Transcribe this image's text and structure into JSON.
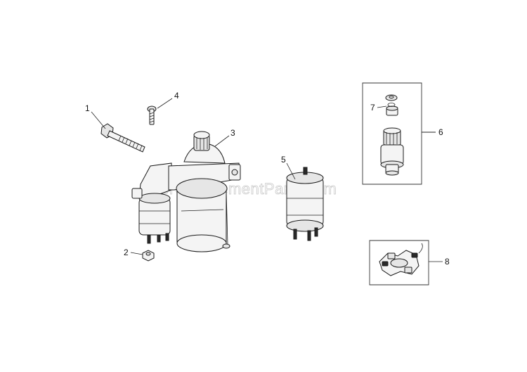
{
  "watermark": "eReplacementParts.com",
  "callouts": [
    {
      "id": "1",
      "label": "1"
    },
    {
      "id": "2",
      "label": "2"
    },
    {
      "id": "3",
      "label": "3"
    },
    {
      "id": "4",
      "label": "4"
    },
    {
      "id": "5",
      "label": "5"
    },
    {
      "id": "6",
      "label": "6"
    },
    {
      "id": "7",
      "label": "7"
    },
    {
      "id": "8",
      "label": "8"
    }
  ],
  "parts": [
    {
      "callout": "1",
      "icon": "long-bolt-icon"
    },
    {
      "callout": "2",
      "icon": "nut-icon"
    },
    {
      "callout": "3",
      "icon": "starter-motor-icon"
    },
    {
      "callout": "4",
      "icon": "short-bolt-icon"
    },
    {
      "callout": "5",
      "icon": "solenoid-icon"
    },
    {
      "callout": "6",
      "icon": "drive-kit-icon"
    },
    {
      "callout": "7",
      "icon": "retainer-ring-icon"
    },
    {
      "callout": "8",
      "icon": "brush-holder-icon"
    }
  ]
}
